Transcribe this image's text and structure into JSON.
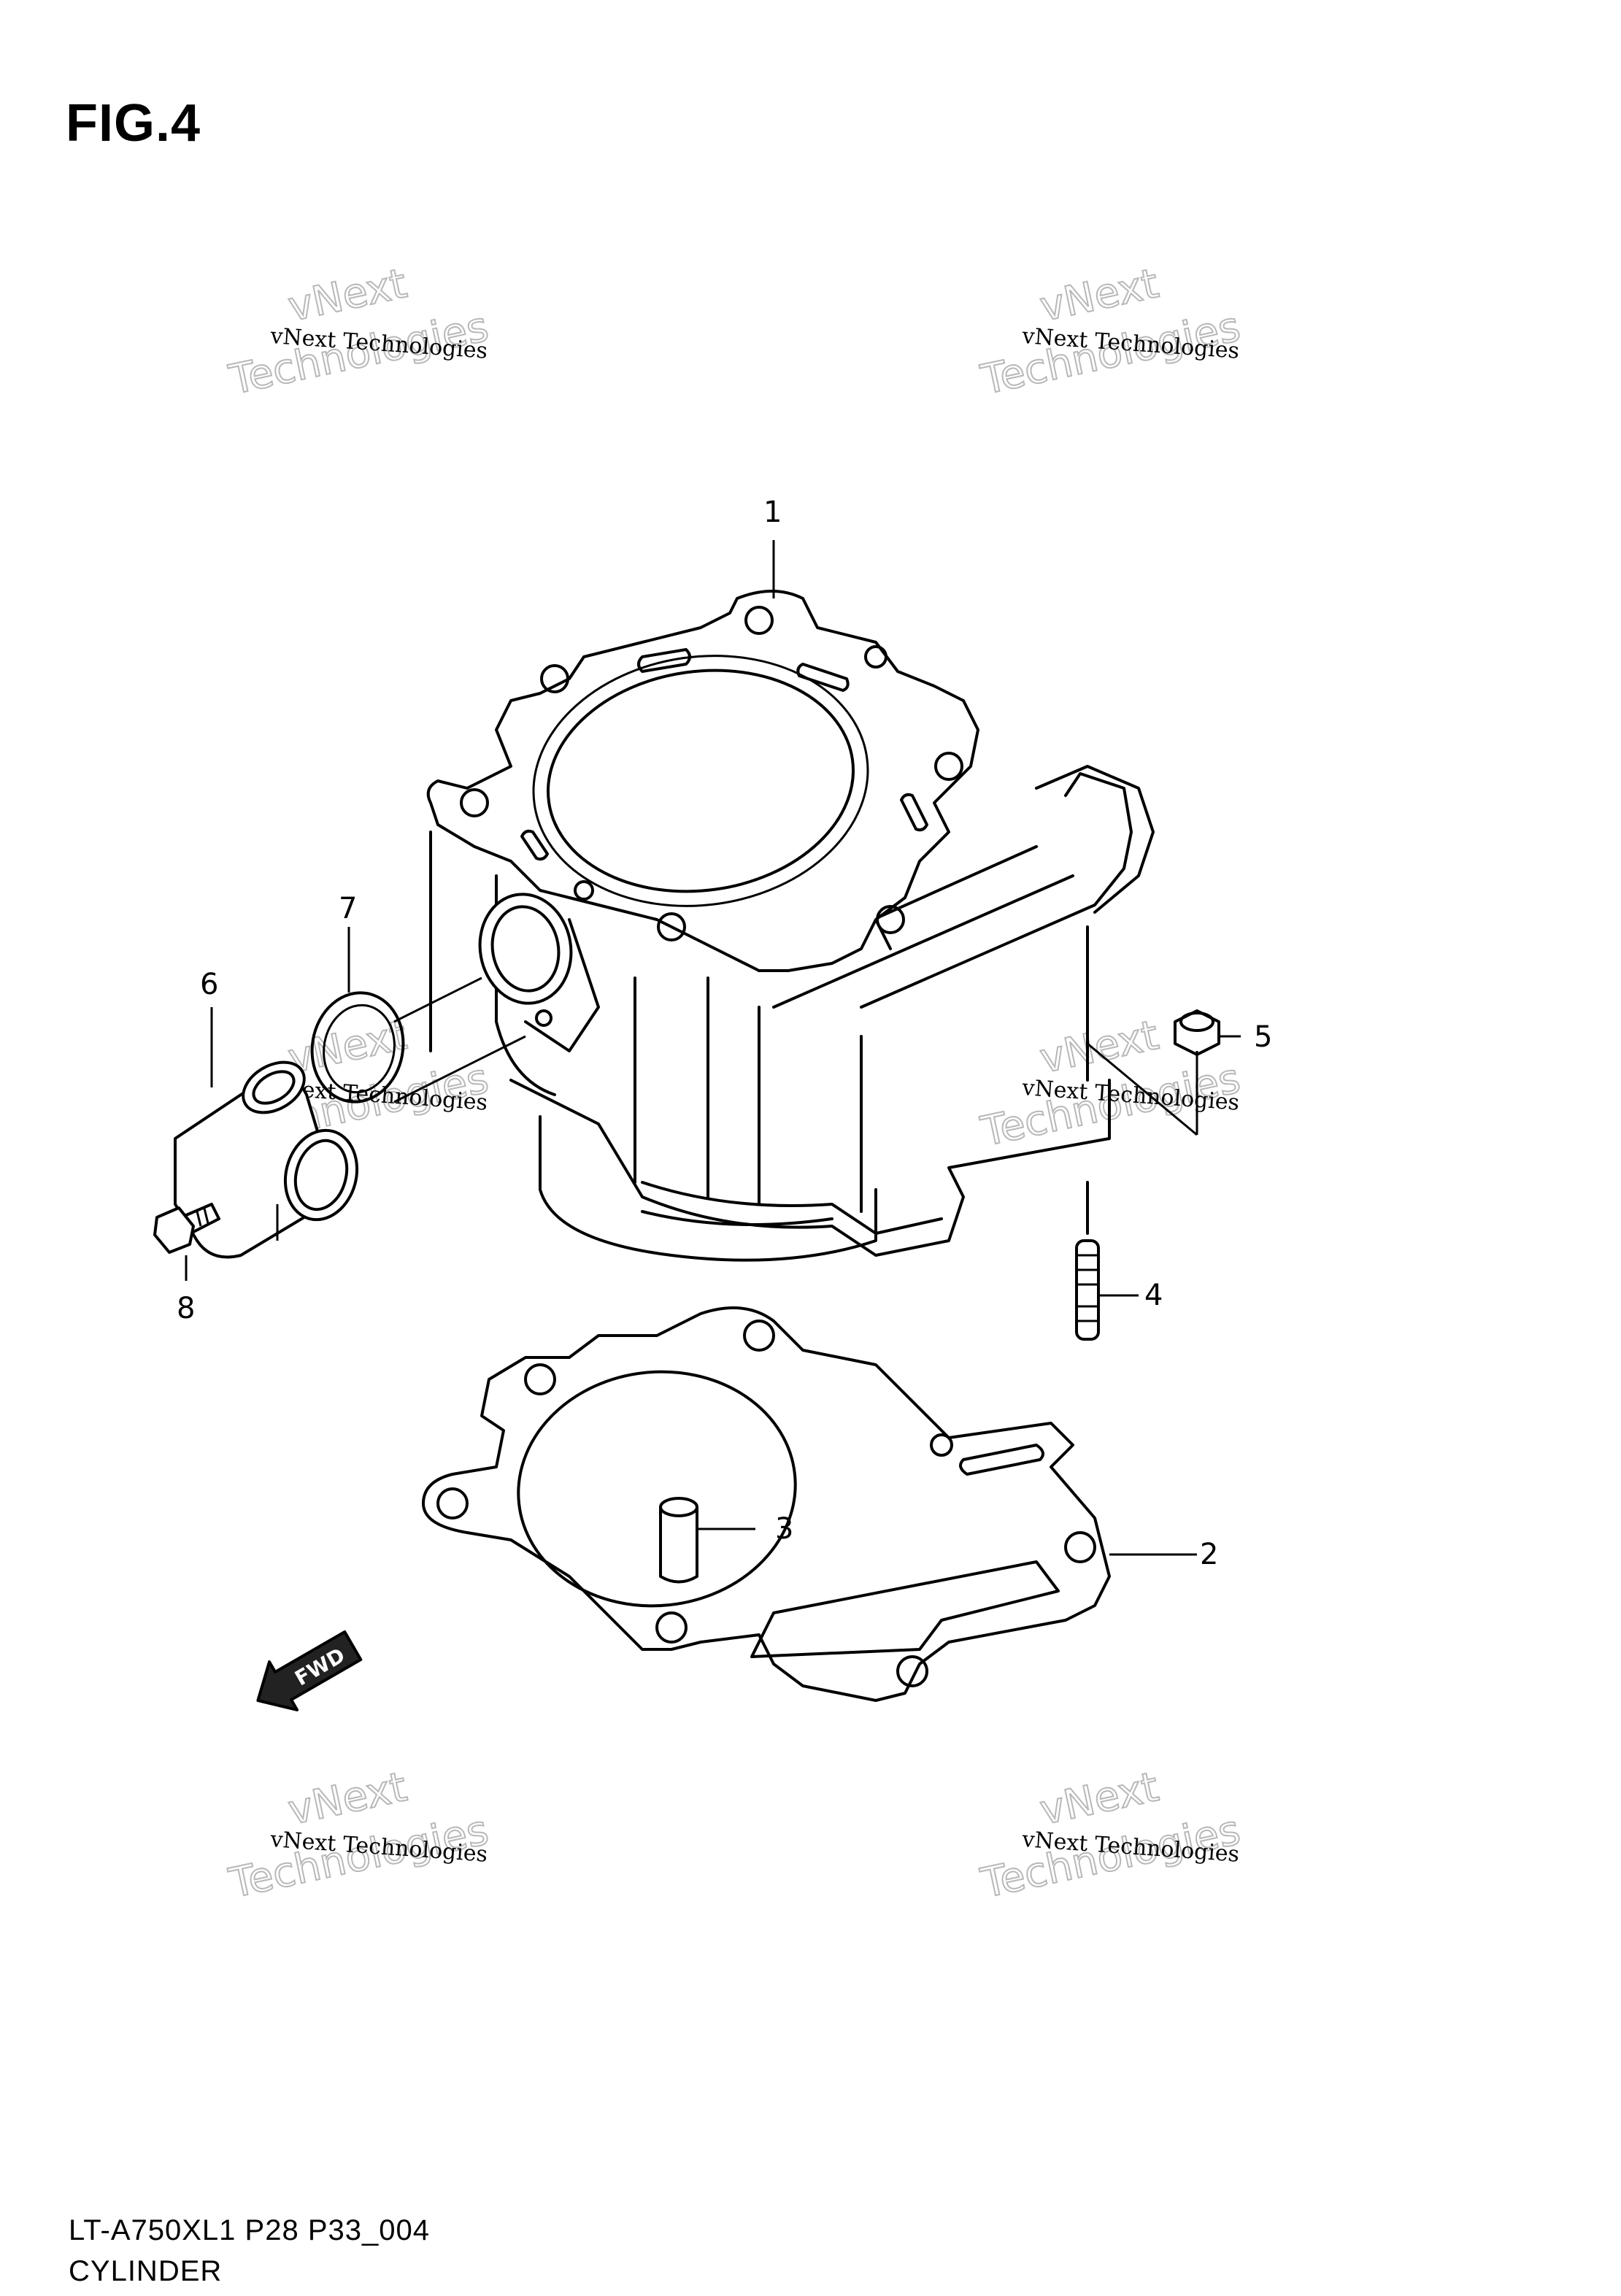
{
  "header": {
    "figure_label": "FIG.4"
  },
  "footer": {
    "model_code": "LT-A750XL1 P28 P33_004",
    "section_name": "CYLINDER"
  },
  "watermark": {
    "small_text": "vNext Technologies",
    "large_line_1": "vNext",
    "large_line_2": "Technologies"
  },
  "callouts": [
    "1",
    "2",
    "3",
    "4",
    "5",
    "6",
    "7",
    "8"
  ],
  "direction_badge": {
    "label": "FWD"
  }
}
